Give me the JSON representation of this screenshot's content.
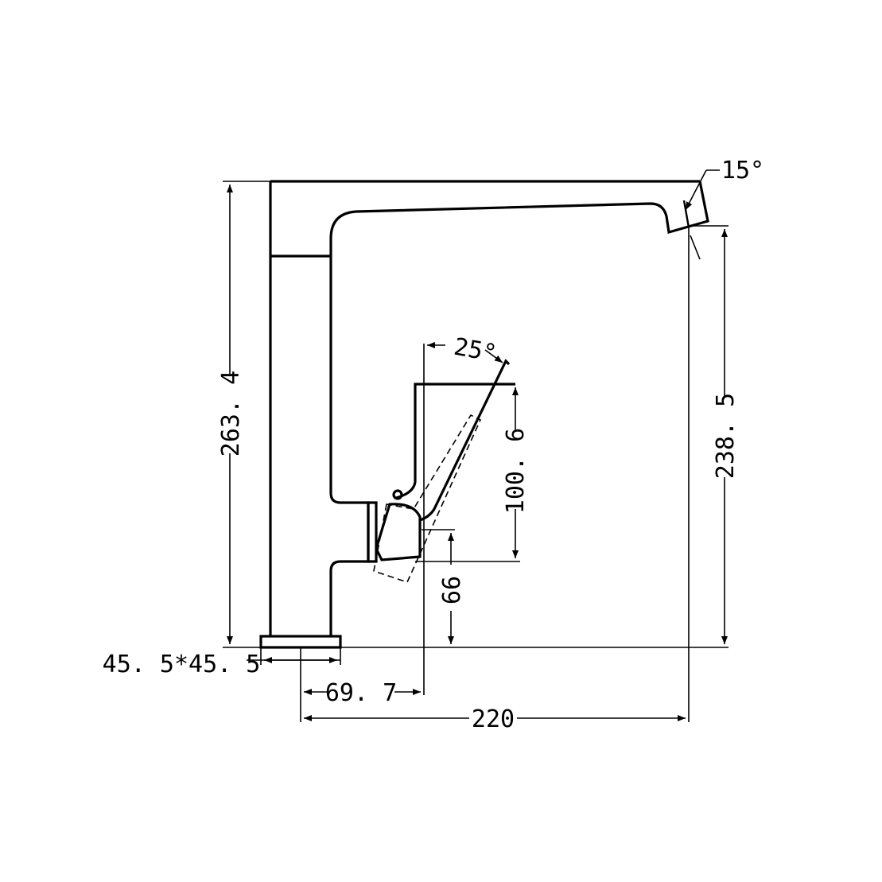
{
  "drawing": {
    "dimensions": {
      "overall_height": "263. 4",
      "spout_height": "238. 5",
      "lever_height": "100. 6",
      "lever_base_height": "66",
      "base_size": "45. 5*45. 5",
      "lever_offset": "69. 7",
      "spout_reach": "220"
    },
    "angles": {
      "spout_tilt": "15°",
      "lever_tilt": "25°"
    },
    "line_color": "#000000",
    "background": "#ffffff"
  }
}
